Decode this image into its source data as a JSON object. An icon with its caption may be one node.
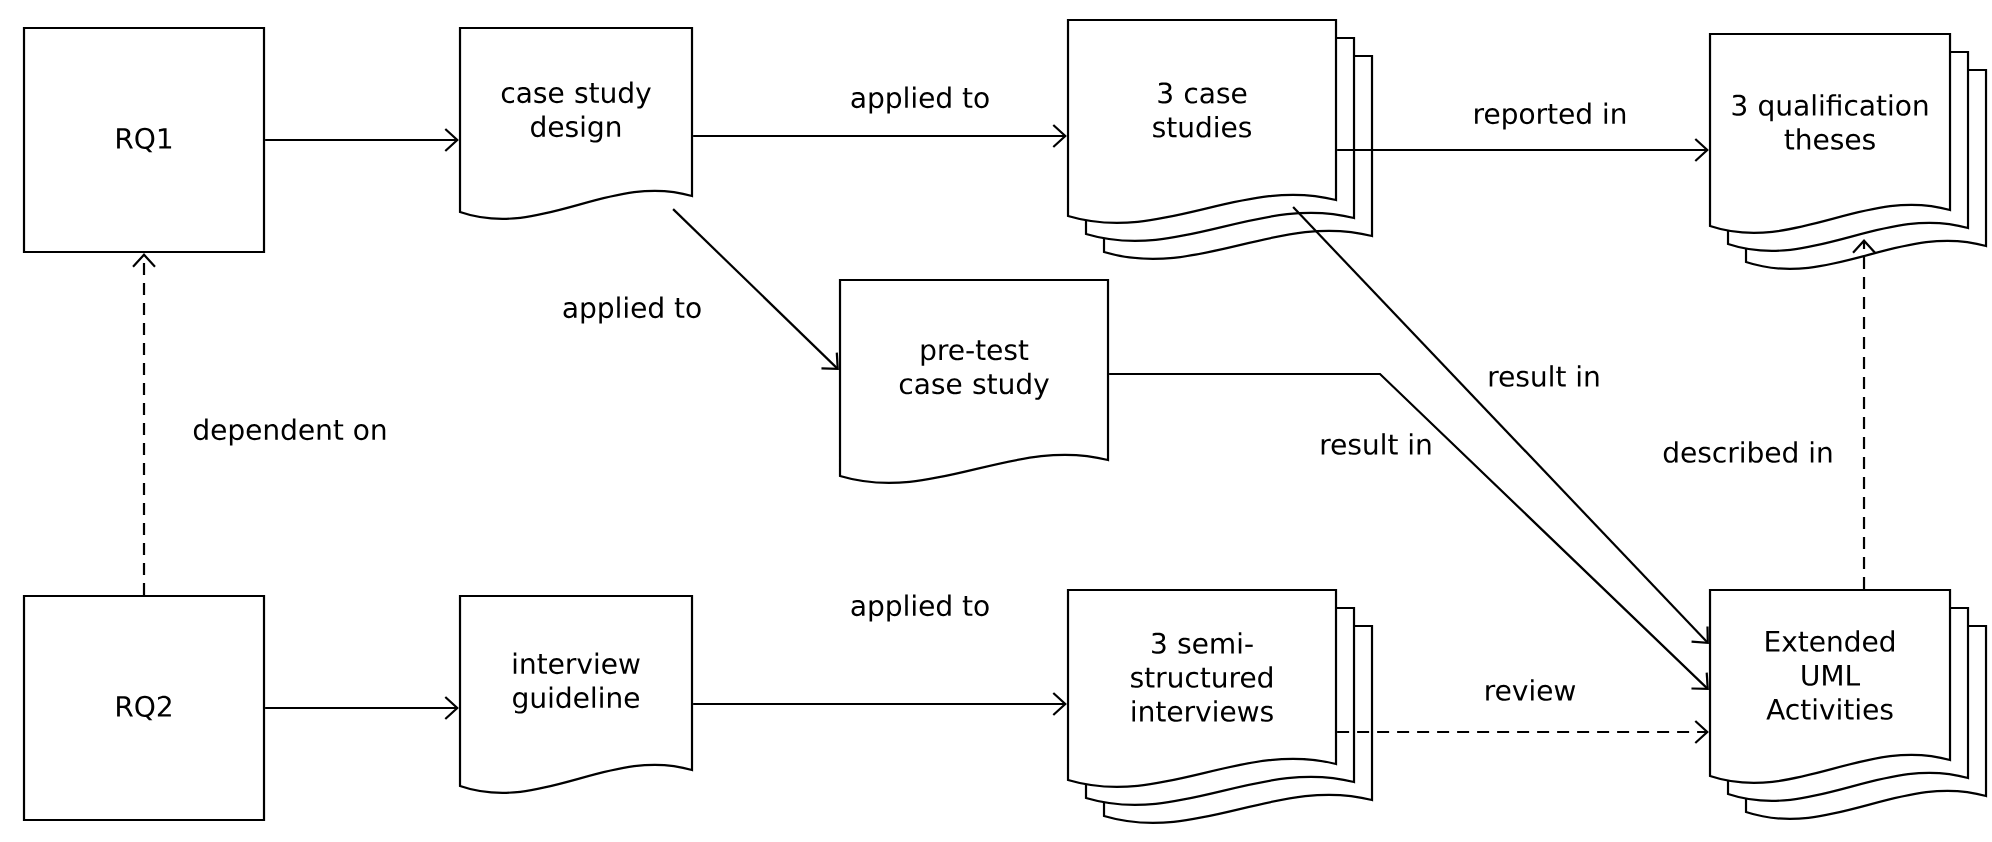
{
  "diagram": {
    "nodes": [
      {
        "text": [
          "RQ1"
        ]
      },
      {
        "text": [
          "case study design"
        ]
      },
      {
        "text": [
          "3 case studies"
        ]
      },
      {
        "text": [
          "3 qualification theses"
        ]
      },
      {
        "text": [
          "pre-test case study"
        ]
      },
      {
        "text": [
          "RQ2"
        ]
      },
      {
        "text": [
          "interview guideline"
        ]
      },
      {
        "text": [
          "3 semi-structured interviews"
        ]
      },
      {
        "text": [
          "Extended UML Activities"
        ]
      }
    ],
    "edges": [
      {
        "from": 0,
        "to": 1,
        "arrow": "to"
      },
      {
        "from": 1,
        "to": 2,
        "arrow": "to",
        "label": "applied to"
      },
      {
        "from": 2,
        "to": 3,
        "arrow": "to",
        "label": "reported in"
      },
      {
        "from": 1,
        "to": 4,
        "arrow": "to",
        "label": "applied to"
      },
      {
        "from": 2,
        "to": 8,
        "arrow": "to",
        "label": "result in"
      },
      {
        "from": 4,
        "to": 8,
        "arrow": "to",
        "label": "result in"
      },
      {
        "from": 5,
        "to": 0,
        "arrow": "to",
        "label": "dependent on",
        "style": "dashed"
      },
      {
        "from": 5,
        "to": 6,
        "arrow": "to"
      },
      {
        "from": 6,
        "to": 7,
        "arrow": "to",
        "label": "applied to"
      },
      {
        "from": 7,
        "to": 8,
        "arrow": "to",
        "label": "review",
        "style": "dashed"
      },
      {
        "from": 8,
        "to": 3,
        "arrow": "to",
        "label": "described in",
        "style": "dashed"
      }
    ]
  }
}
